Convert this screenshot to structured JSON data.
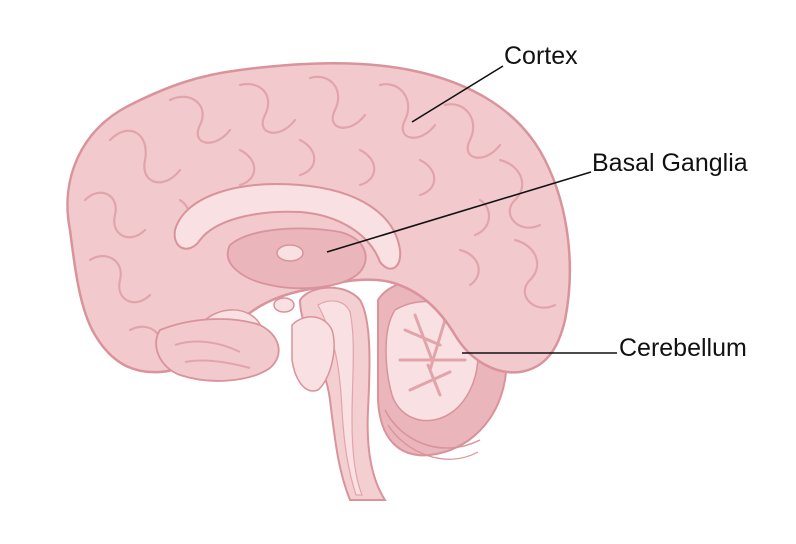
{
  "diagram": {
    "labels": {
      "cortex": "Cortex",
      "basal_ganglia": "Basal Ganglia",
      "cerebellum": "Cerebellum"
    },
    "colors": {
      "brain_fill": "#f2c9cd",
      "brain_light": "#f9e0e2",
      "brain_mid": "#eab5bb",
      "brain_stroke": "#d9939b",
      "brainstem": "#f4cfd2",
      "leader_line": "#111111"
    }
  }
}
